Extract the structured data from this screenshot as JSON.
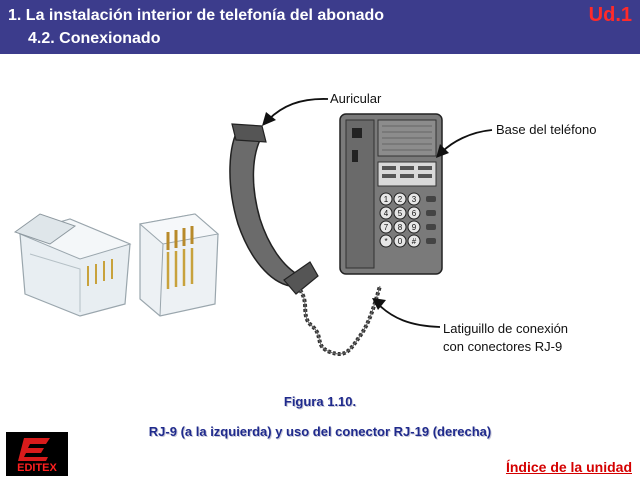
{
  "header": {
    "title": "1.  La instalación interior de telefonía del abonado",
    "subtitle": "4.2. Conexionado",
    "unit": "Ud.1",
    "colors": {
      "bar": "#3c3c8c",
      "unit": "#ff2a2a"
    }
  },
  "figure": {
    "labels": {
      "auricular": "Auricular",
      "base": "Base del teléfono",
      "latiguillo_1": "Latiguillo de conexión",
      "latiguillo_2": "con conectores RJ-9"
    },
    "keypad": [
      "1",
      "2",
      "3",
      "4",
      "5",
      "6",
      "7",
      "8",
      "9",
      "*",
      "0",
      "#"
    ]
  },
  "caption": {
    "figure_number": "Figura 1.10.",
    "text": "RJ-9 (a la izquierda) y uso del conector RJ-19 (derecha)"
  },
  "footer": {
    "logo_text": "EDITEX",
    "index_link": "Índice de la unidad"
  }
}
